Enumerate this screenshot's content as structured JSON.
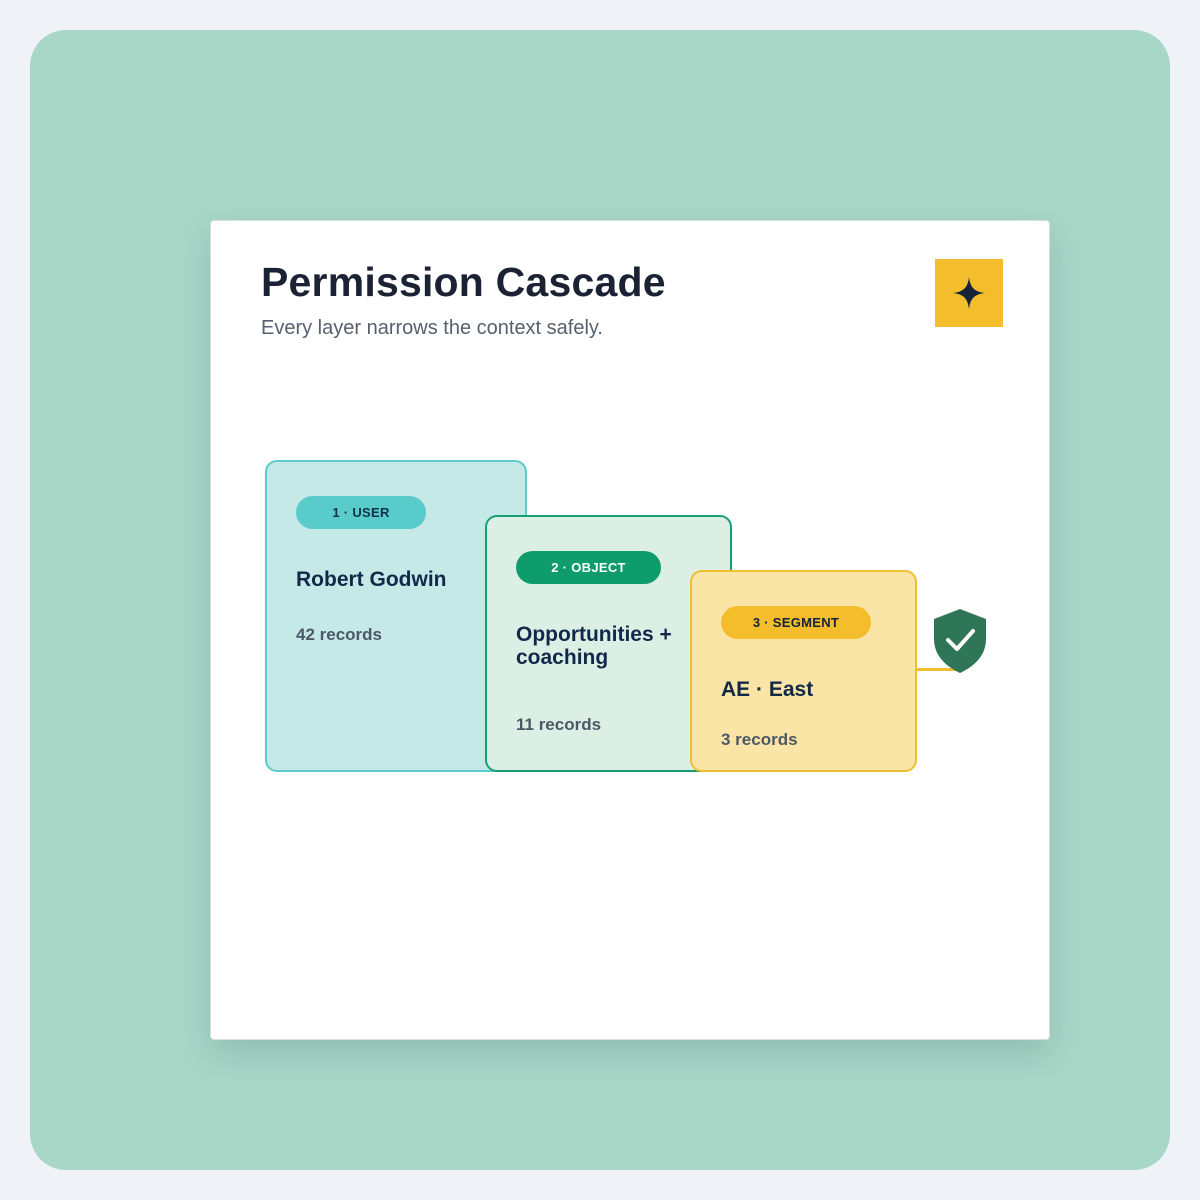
{
  "card": {
    "title": "Permission Cascade",
    "subtitle": "Every layer narrows the context safely.",
    "action_icon": "sparkle-icon"
  },
  "layers": [
    {
      "badge": "1 · USER",
      "name": "Robert Godwin",
      "count": "42 records",
      "color": "#58cbca"
    },
    {
      "badge": "2 · OBJECT",
      "name": "Opportunities + coaching",
      "count": "11 records",
      "color": "#0f9c6d"
    },
    {
      "badge": "3 · SEGMENT",
      "name": "AE · East",
      "count": "3 records",
      "color": "#f3bd2c"
    }
  ],
  "result_icon": "shield-check-icon",
  "colors": {
    "background": "#a8d7c8",
    "accent": "#f3bd2c",
    "shield": "#2e7657",
    "title": "#1b2233"
  }
}
